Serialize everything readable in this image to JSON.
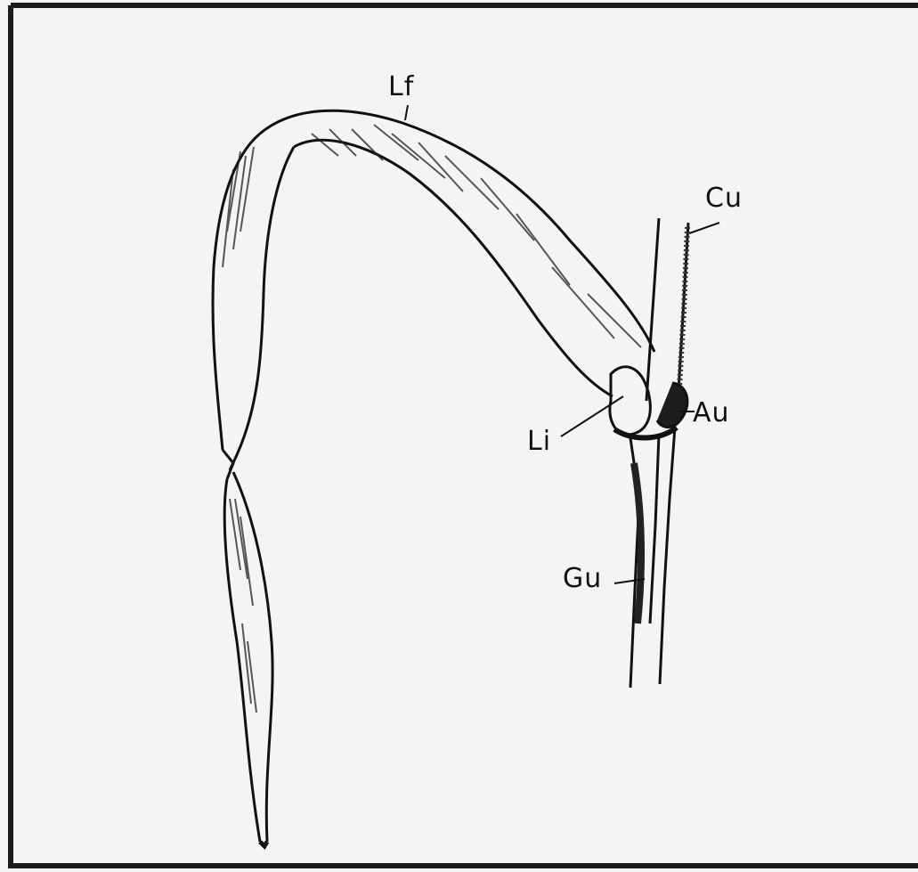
{
  "diagram": {
    "labels": {
      "lf": "Lf",
      "cu": "Cu",
      "au": "Au",
      "li": "Li",
      "gu": "Gu"
    },
    "colors": {
      "background": "#f4f4f7",
      "ink": "#111111"
    }
  }
}
